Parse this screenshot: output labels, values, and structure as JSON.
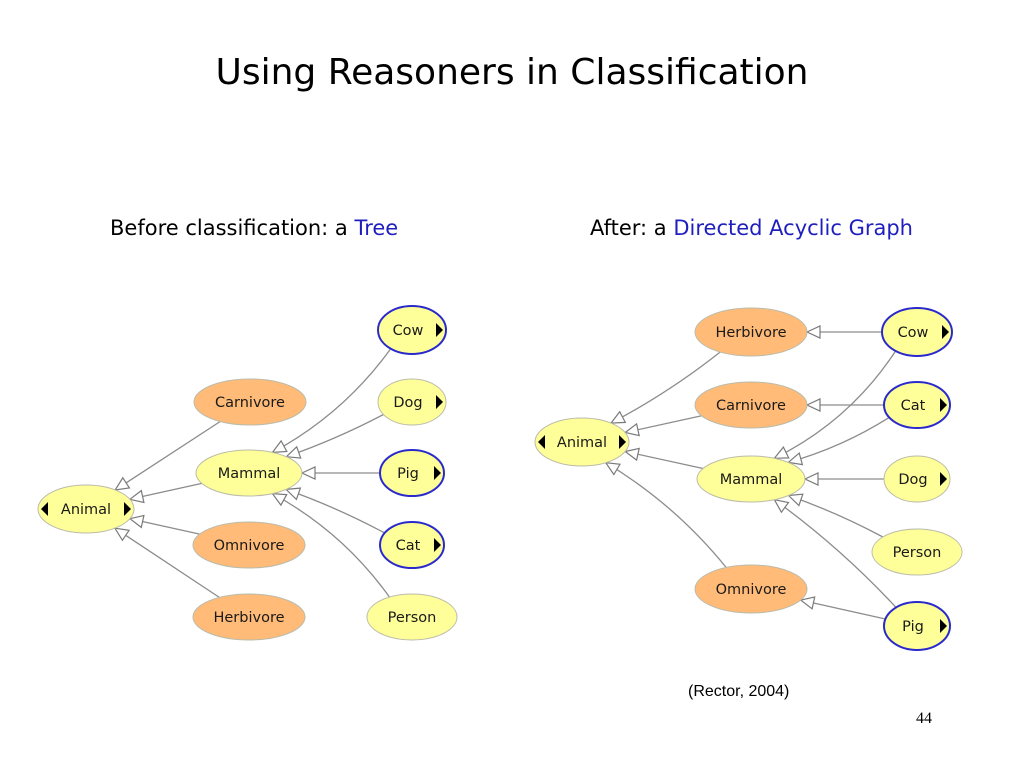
{
  "slide": {
    "title": "Using Reasoners in Classification",
    "left_caption": {
      "prefix": "Before classification: a ",
      "highlight": "Tree"
    },
    "right_caption": {
      "prefix": "After: a ",
      "highlight": "Directed Acyclic Graph"
    },
    "citation": "(Rector, 2004)",
    "page_number": "44"
  },
  "colors": {
    "primitive_fill": "#ffff99",
    "defined_fill": "#ffbb77",
    "highlight_border": "#2a2acc",
    "normal_border": "#bbbbaa",
    "edge": "#8c8c8c",
    "caption_highlight": "#1f1fbf"
  },
  "diagrams": {
    "before": {
      "nodes": [
        {
          "label": "Animal",
          "kind": "primitive",
          "highlight": false,
          "arrows": "both"
        },
        {
          "label": "Carnivore",
          "kind": "defined",
          "highlight": false,
          "arrows": "none"
        },
        {
          "label": "Mammal",
          "kind": "primitive",
          "highlight": false,
          "arrows": "none"
        },
        {
          "label": "Omnivore",
          "kind": "defined",
          "highlight": false,
          "arrows": "none"
        },
        {
          "label": "Herbivore",
          "kind": "defined",
          "highlight": false,
          "arrows": "none"
        },
        {
          "label": "Cow",
          "kind": "primitive",
          "highlight": true,
          "arrows": "right"
        },
        {
          "label": "Dog",
          "kind": "primitive",
          "highlight": false,
          "arrows": "right"
        },
        {
          "label": "Pig",
          "kind": "primitive",
          "highlight": true,
          "arrows": "right"
        },
        {
          "label": "Cat",
          "kind": "primitive",
          "highlight": true,
          "arrows": "right"
        },
        {
          "label": "Person",
          "kind": "primitive",
          "highlight": false,
          "arrows": "none"
        }
      ],
      "edges": [
        {
          "from": "Carnivore",
          "to": "Animal"
        },
        {
          "from": "Mammal",
          "to": "Animal"
        },
        {
          "from": "Omnivore",
          "to": "Animal"
        },
        {
          "from": "Herbivore",
          "to": "Animal"
        },
        {
          "from": "Cow",
          "to": "Mammal"
        },
        {
          "from": "Dog",
          "to": "Mammal"
        },
        {
          "from": "Pig",
          "to": "Mammal"
        },
        {
          "from": "Cat",
          "to": "Mammal"
        },
        {
          "from": "Person",
          "to": "Mammal"
        }
      ]
    },
    "after": {
      "nodes": [
        {
          "label": "Herbivore",
          "kind": "defined",
          "highlight": false,
          "arrows": "none"
        },
        {
          "label": "Carnivore",
          "kind": "defined",
          "highlight": false,
          "arrows": "none"
        },
        {
          "label": "Animal",
          "kind": "primitive",
          "highlight": false,
          "arrows": "both"
        },
        {
          "label": "Mammal",
          "kind": "primitive",
          "highlight": false,
          "arrows": "none"
        },
        {
          "label": "Omnivore",
          "kind": "defined",
          "highlight": false,
          "arrows": "none"
        },
        {
          "label": "Cow",
          "kind": "primitive",
          "highlight": true,
          "arrows": "right"
        },
        {
          "label": "Cat",
          "kind": "primitive",
          "highlight": true,
          "arrows": "right"
        },
        {
          "label": "Dog",
          "kind": "primitive",
          "highlight": false,
          "arrows": "right"
        },
        {
          "label": "Person",
          "kind": "primitive",
          "highlight": false,
          "arrows": "none"
        },
        {
          "label": "Pig",
          "kind": "primitive",
          "highlight": true,
          "arrows": "right"
        }
      ],
      "edges": [
        {
          "from": "Herbivore",
          "to": "Animal"
        },
        {
          "from": "Carnivore",
          "to": "Animal"
        },
        {
          "from": "Mammal",
          "to": "Animal"
        },
        {
          "from": "Omnivore",
          "to": "Animal"
        },
        {
          "from": "Cow",
          "to": "Herbivore"
        },
        {
          "from": "Cow",
          "to": "Mammal"
        },
        {
          "from": "Cat",
          "to": "Carnivore"
        },
        {
          "from": "Cat",
          "to": "Mammal"
        },
        {
          "from": "Dog",
          "to": "Mammal"
        },
        {
          "from": "Person",
          "to": "Mammal"
        },
        {
          "from": "Pig",
          "to": "Mammal"
        },
        {
          "from": "Pig",
          "to": "Omnivore"
        }
      ]
    }
  }
}
